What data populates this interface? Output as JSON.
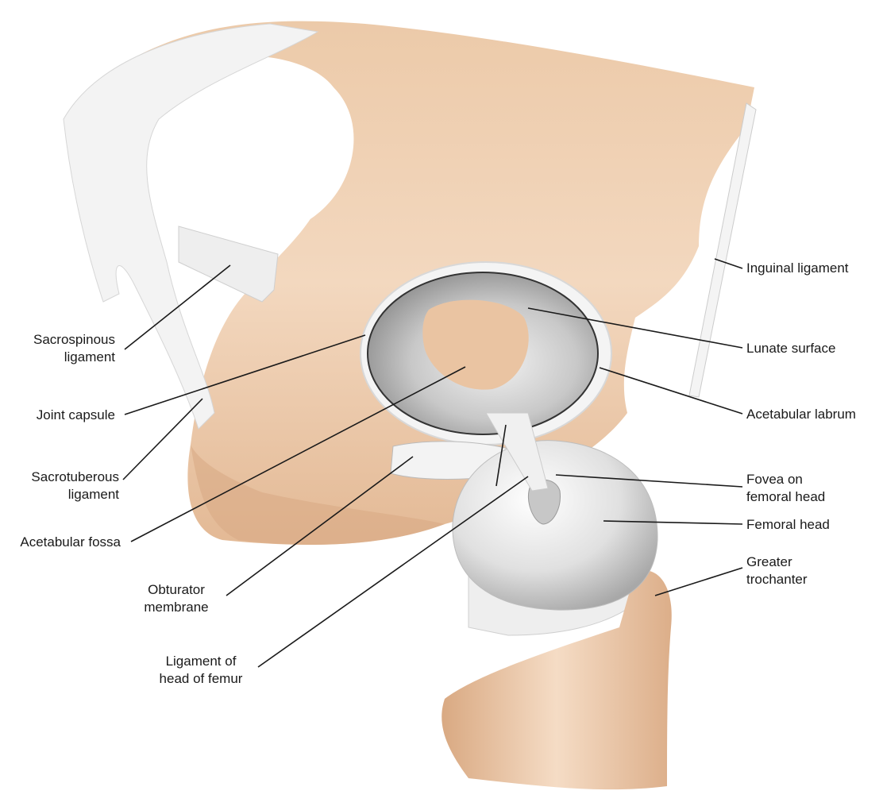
{
  "labels": {
    "sacrospinous_ligament": "Sacrospinous\nligament",
    "joint_capsule": "Joint capsule",
    "sacrotuberous_ligament": "Sacrotuberous\nligament",
    "acetabular_fossa": "Acetabular fossa",
    "obturator_membrane": "Obturator\nmembrane",
    "ligament_of_head_of_femur": "Ligament of\nhead of femur",
    "inguinal_ligament": "Inguinal ligament",
    "lunate_surface": "Lunate surface",
    "acetabular_labrum": "Acetabular labrum",
    "fovea_on_femoral_head": "Fovea on\nfemoral head",
    "femoral_head": "Femoral head",
    "greater_trochanter": "Greater\ntrochanter"
  },
  "colors": {
    "bone": "#efcfb2",
    "bone_shadow": "#d7aa86",
    "ligament": "#f2f2f2",
    "cartilage": "#c9c9c9",
    "leader_line": "#1a1a1a"
  }
}
